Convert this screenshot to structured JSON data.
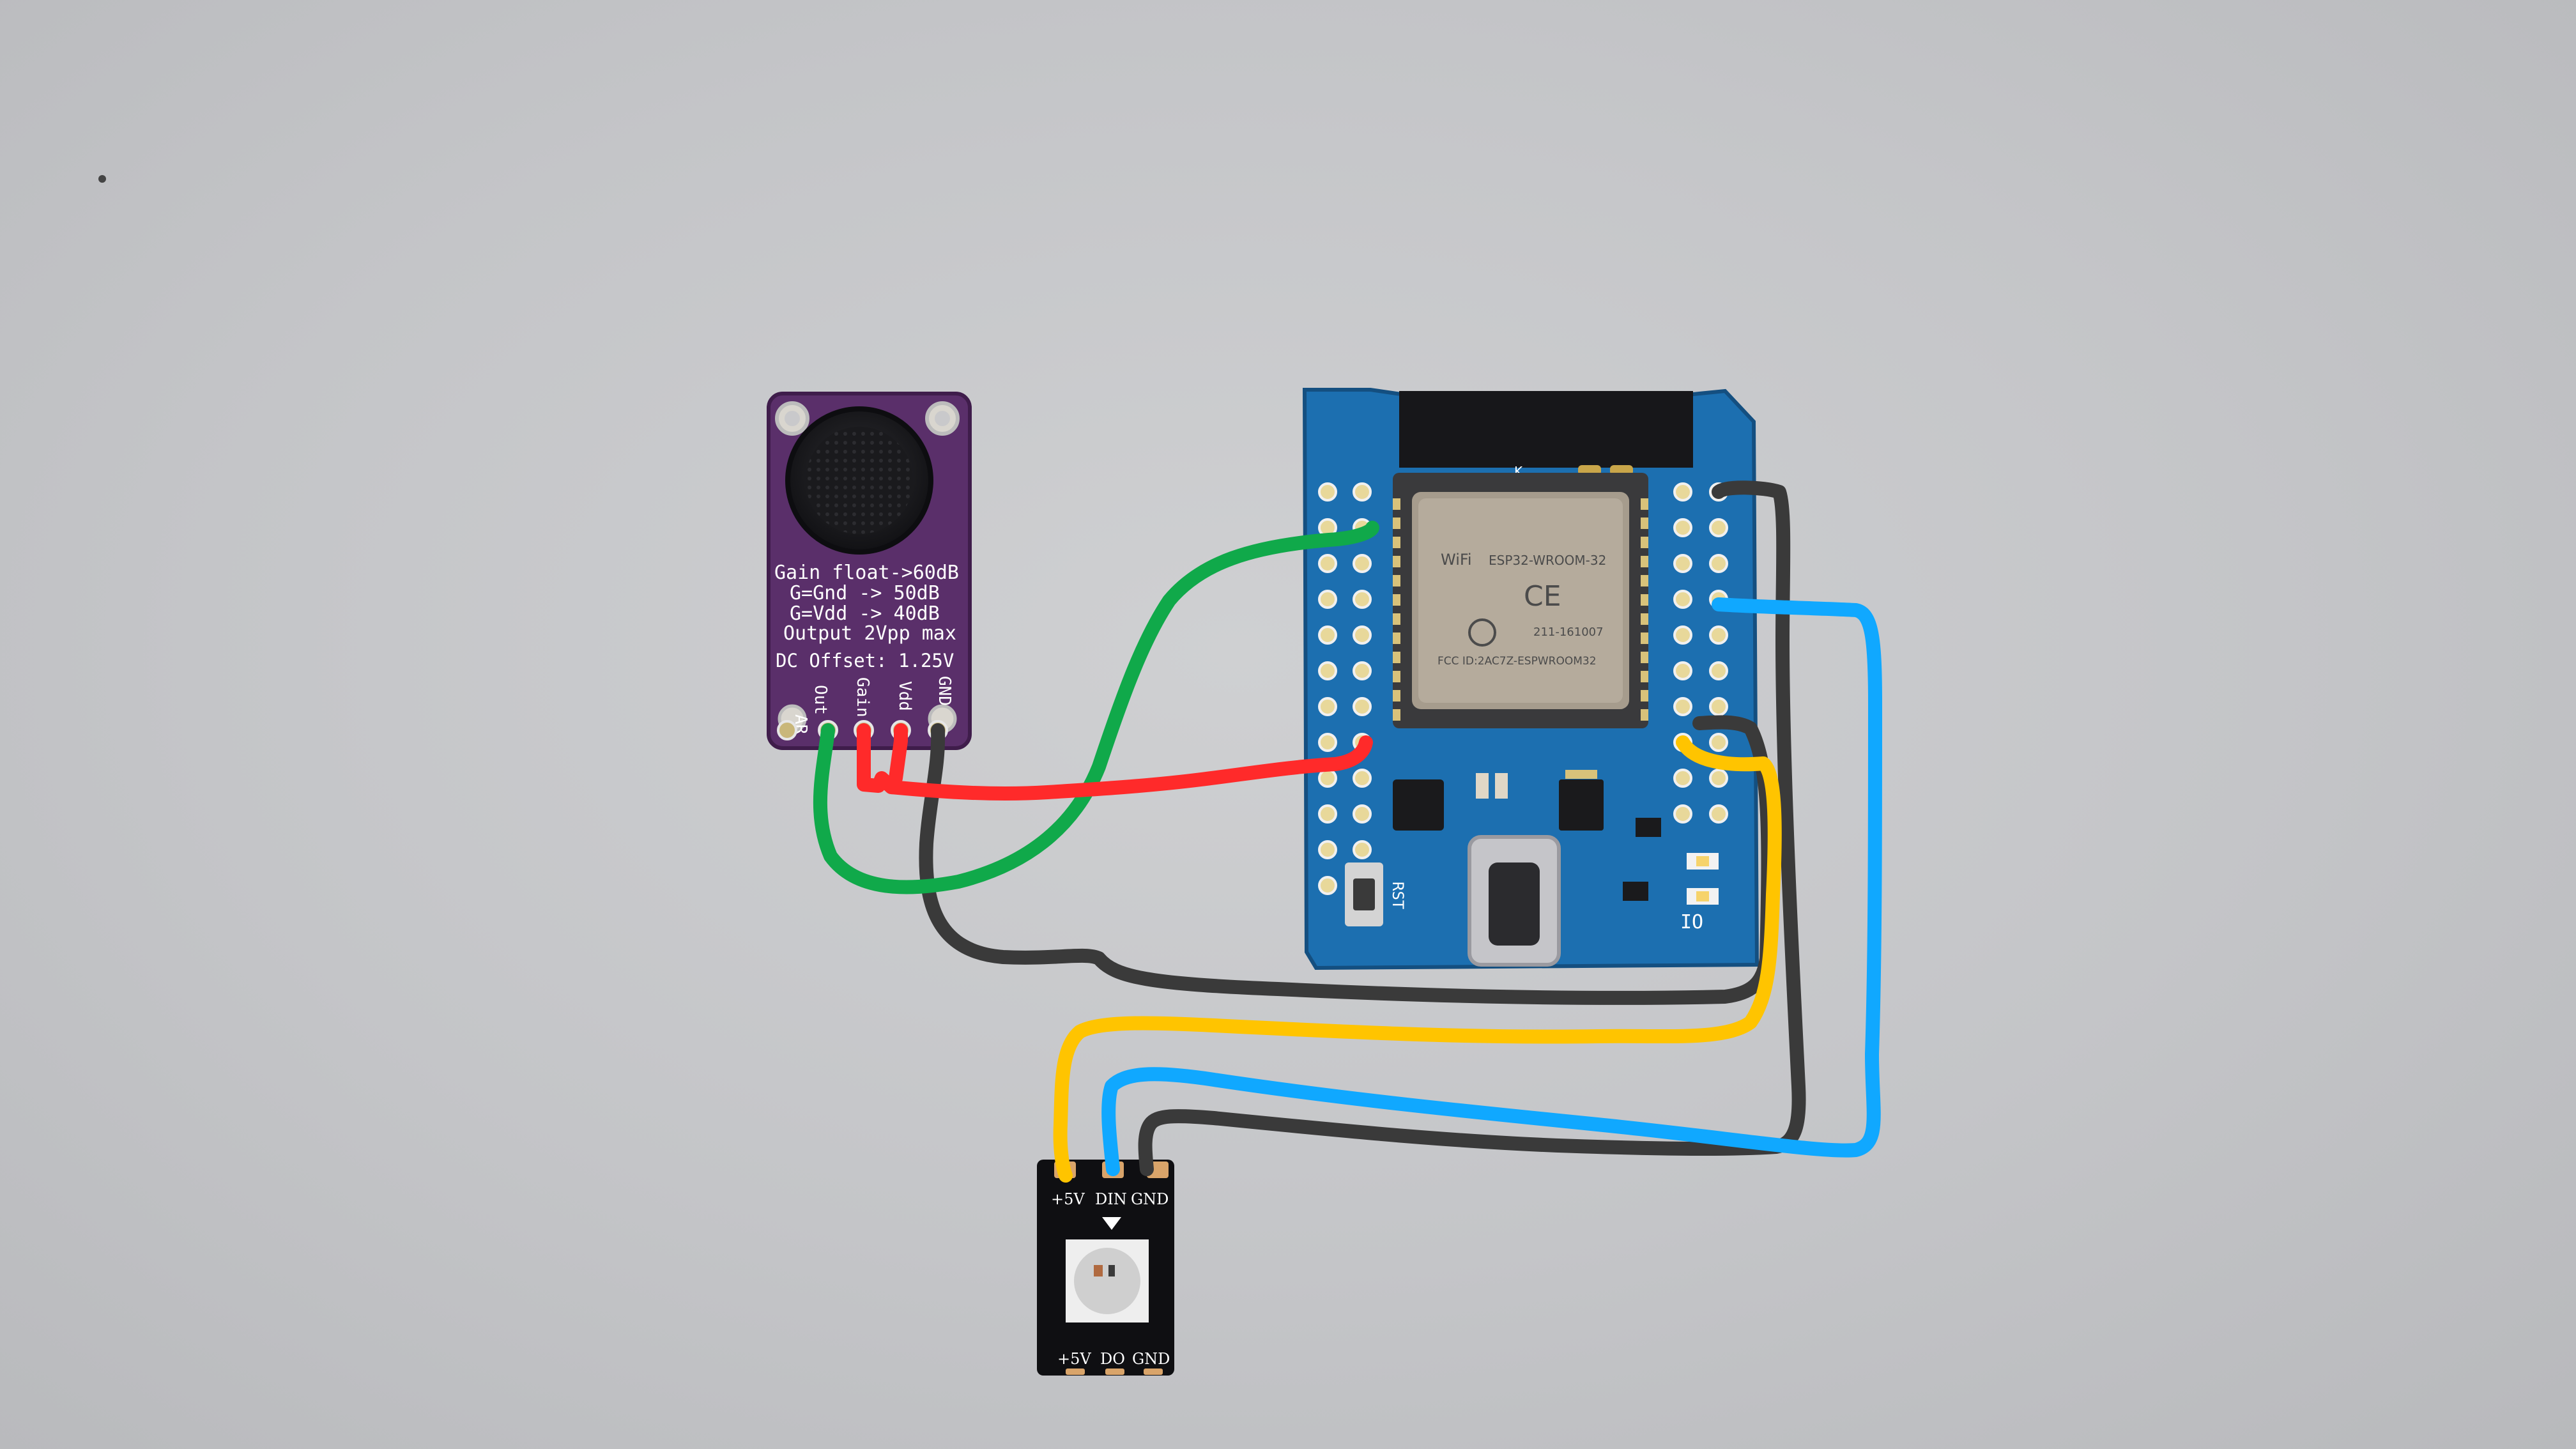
{
  "microphone_module": {
    "silkscreen": {
      "gain_line_1": "Gain float->60dB",
      "gain_line_2": "G=Gnd -> 50dB",
      "gain_line_3": "G=Vdd -> 40dB",
      "output_line": "Output 2Vpp max",
      "offset_line": "DC Offset: 1.25V",
      "pins": [
        "AR",
        "Out",
        "Gain",
        "Vdd",
        "GND"
      ]
    }
  },
  "esp32_board": {
    "module_logo": "WiFi",
    "module_model": "ESP32-WROOM-32",
    "ce_mark": "CE",
    "module_id": "211-161007",
    "fcc_line": "FCC ID:2AC7Z-ESPWROOM32",
    "antenna_mark": "K",
    "usb_label": "RST",
    "corner_label": "IO"
  },
  "led_module": {
    "top_pins": [
      "+5V",
      "DIN",
      "GND"
    ],
    "bottom_pins": [
      "+5V",
      "DO",
      "GND"
    ]
  },
  "wire_colors": {
    "green": "#10a94a",
    "red": "#ff2a2a",
    "black": "#3a3a3a",
    "yellow": "#ffc400",
    "blue": "#10a8ff"
  }
}
